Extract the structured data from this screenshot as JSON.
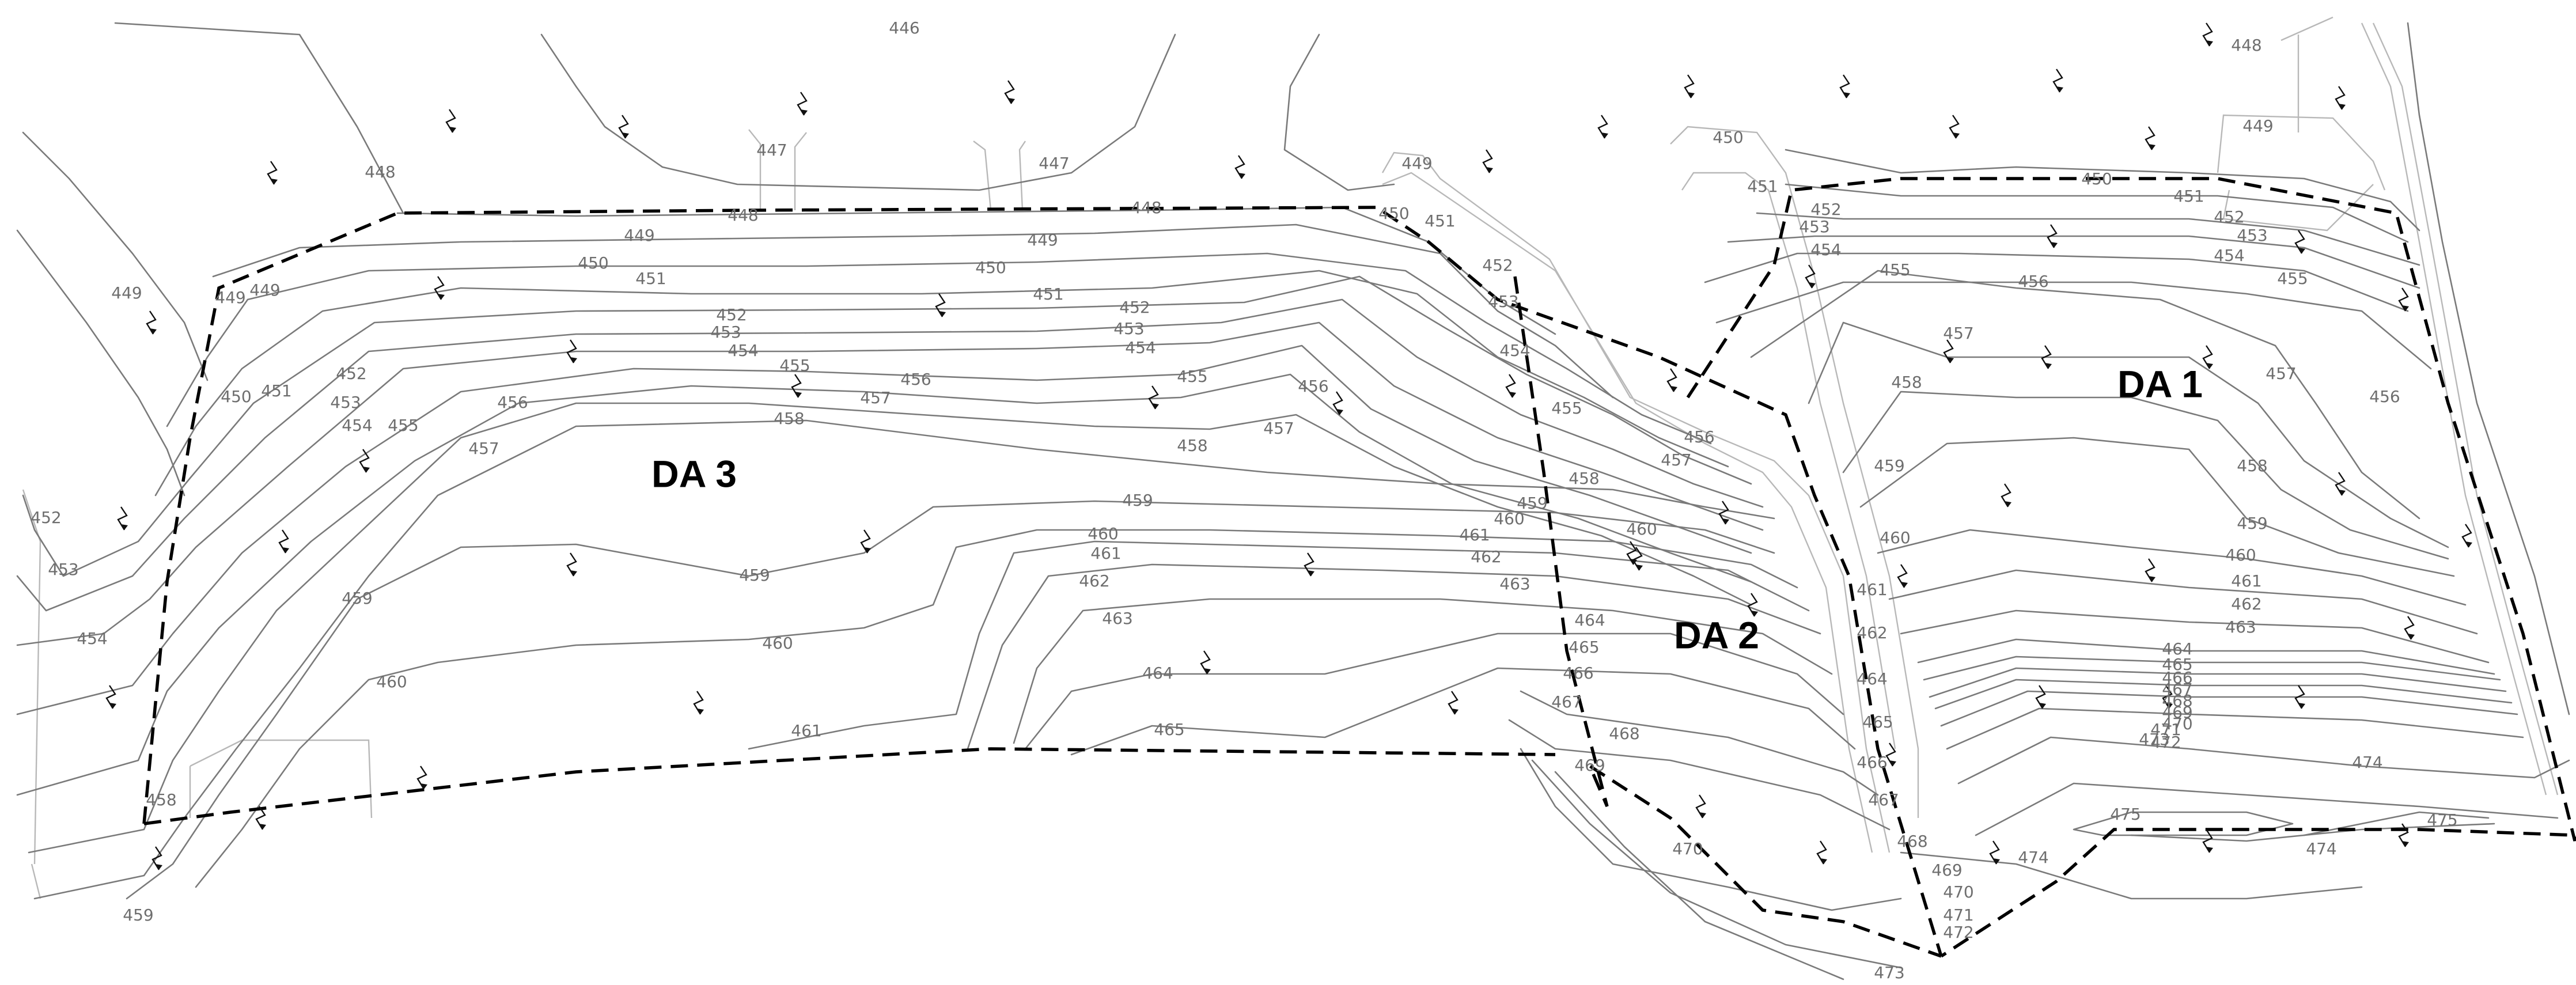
{
  "drainage_areas": [
    {
      "label": "DA 1"
    },
    {
      "label": "DA 2"
    },
    {
      "label": "DA 3"
    }
  ],
  "contour_labels": [
    "446",
    "447",
    "448",
    "449",
    "450",
    "451",
    "452",
    "453",
    "454",
    "455",
    "456",
    "457",
    "458",
    "459",
    "460",
    "461",
    "462",
    "463",
    "464",
    "465",
    "466",
    "467",
    "468",
    "469",
    "470",
    "471",
    "472",
    "473",
    "474",
    "475"
  ],
  "colors": {
    "background": "#ffffff",
    "contour": "#7a7a7a",
    "feature": "#b8b8b8",
    "boundary": "#000000",
    "label": "#000000"
  },
  "icons": [
    "flow-direction-arrow-icon"
  ]
}
